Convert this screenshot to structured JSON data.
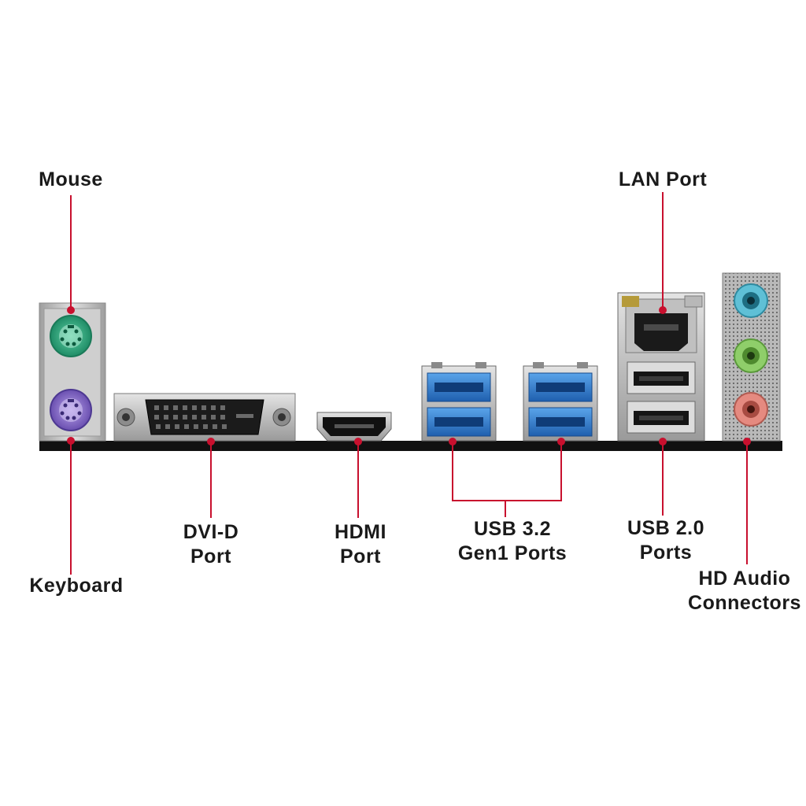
{
  "labels": {
    "mouse": "Mouse",
    "keyboard": "Keyboard",
    "lan": "LAN Port",
    "dvi_line1": "DVI-D",
    "dvi_line2": "Port",
    "hdmi_line1": "HDMI",
    "hdmi_line2": "Port",
    "usb32_line1": "USB 3.2",
    "usb32_line2": "Gen1 Ports",
    "usb20_line1": "USB 2.0",
    "usb20_line2": "Ports",
    "audio_line1": "HD Audio",
    "audio_line2": "Connectors"
  },
  "colors": {
    "leader_line": "#c8102e",
    "ps2_mouse": "#2fae82",
    "ps2_keyboard": "#8a6fc4",
    "usb3_blue": "#2f7fd6",
    "audio_blue": "#5fc0d6",
    "audio_green": "#8fce6a",
    "audio_pink": "#e58a80",
    "io_plate": "#111111",
    "metal": "#c9c9c9"
  }
}
